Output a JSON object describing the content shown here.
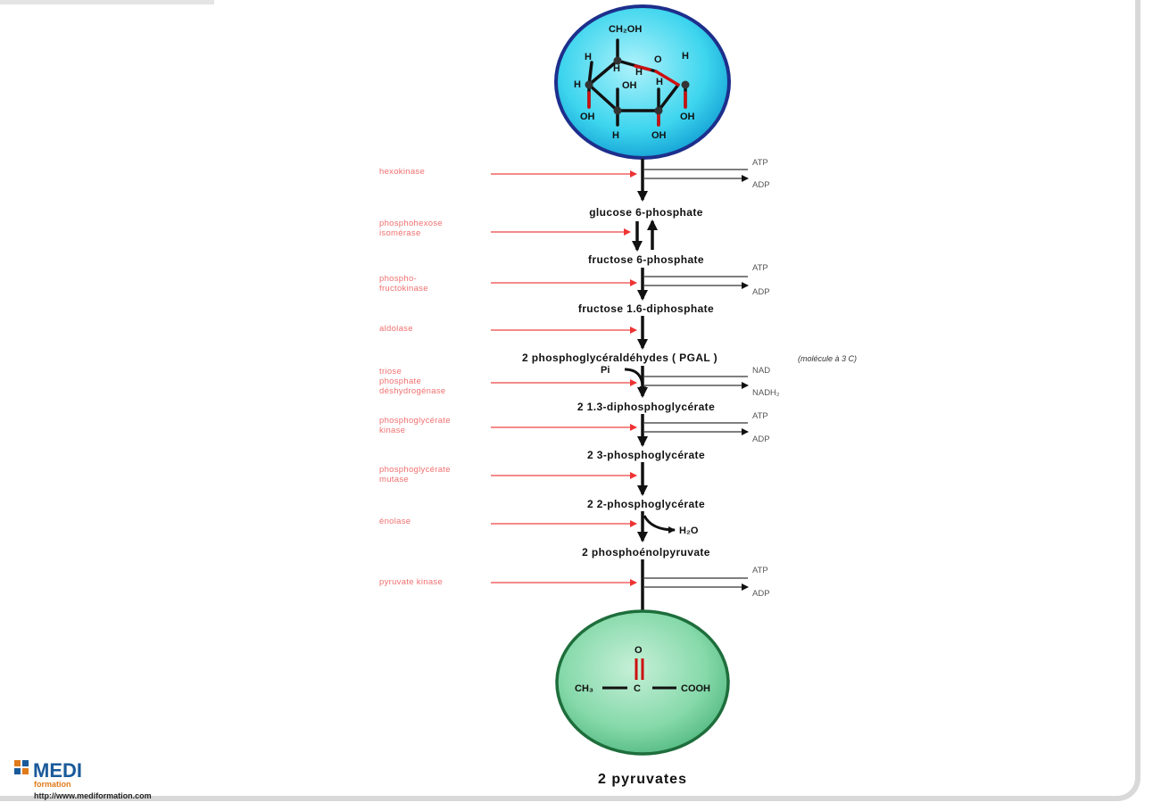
{
  "steps": [
    {
      "label": "glucose 6-phosphate",
      "note": ""
    },
    {
      "label": "fructose 6-phosphate",
      "note": ""
    },
    {
      "label": "fructose 1.6-diphosphate",
      "note": ""
    },
    {
      "label": "2 phosphoglycéraldéhydes ( PGAL )",
      "note": "(molécule à 3 C)"
    },
    {
      "label": "2 1.3-diphosphoglycérate",
      "note": ""
    },
    {
      "label": "2 3-phosphoglycérate",
      "note": ""
    },
    {
      "label": "2 2-phosphoglycérate",
      "note": ""
    },
    {
      "label": "2 phosphoénolpyruvate",
      "note": ""
    }
  ],
  "enzymes": [
    [
      "hexokinase"
    ],
    [
      "phosphohexose",
      "isomérase"
    ],
    [
      "phospho-",
      "fructokinase"
    ],
    [
      "aldolase"
    ],
    [
      "triose",
      "phosphate",
      "déshydrogénase"
    ],
    [
      "phosphoglycérate",
      "kinase"
    ],
    [
      "phosphoglycérate",
      "mutase"
    ],
    [
      "énolase"
    ],
    [
      "pyruvate kinase"
    ]
  ],
  "cofactors": [
    {
      "in": "ATP",
      "out": "ADP"
    },
    {
      "in": "ATP",
      "out": "ADP"
    },
    {
      "in": "NAD",
      "out": "NADH₂"
    },
    {
      "in": "ATP",
      "out": "ADP"
    },
    {
      "in": "ATP",
      "out": "ADP"
    }
  ],
  "inputs": {
    "pi": "Pi",
    "water": "H₂O"
  },
  "glucose": {
    "atoms": [
      "CH₂OH",
      "O",
      "H",
      "H",
      "H",
      "H",
      "H",
      "H",
      "H",
      "OH",
      "OH",
      "OH",
      "OH"
    ]
  },
  "pyruvate": {
    "o": "O",
    "ch3": "CH₃",
    "c": "C",
    "cooh": "COOH"
  },
  "final_label": "2 pyruvates",
  "logo": {
    "name": "MEDI",
    "sub": "formation",
    "url": "http://www.mediformation.com"
  },
  "colors": {
    "glucose_fill": "#3dd5ee",
    "glucose_edge": "#1d2f8c",
    "pyruvate_fill": "#7fd6a6",
    "pyruvate_edge": "#1e6e3c",
    "enzyme_text": "#f07070",
    "enzyme_arrow": "#ee4444",
    "bond_red": "#cc1111"
  }
}
